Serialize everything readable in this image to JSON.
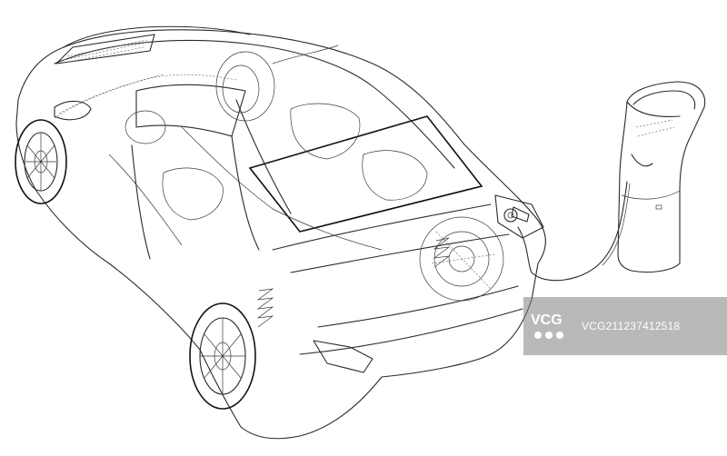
{
  "image": {
    "subject_icon": "car-wireframe-with-charging-station"
  },
  "watermark": {
    "logo_text": "VCG",
    "id_text": "VCG211237412518"
  }
}
